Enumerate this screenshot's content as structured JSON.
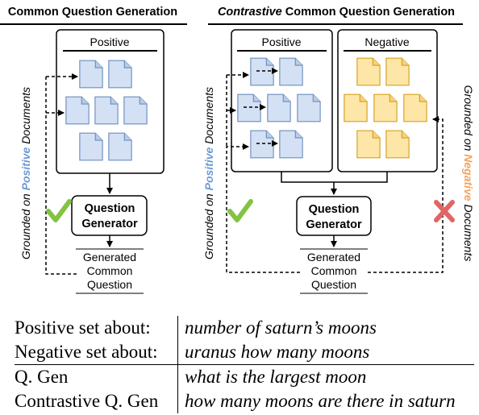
{
  "left_panel": {
    "title": "Common Question Generation",
    "positive_label": "Positive",
    "generator_line1": "Question",
    "generator_line2": "Generator",
    "output_line1": "Generated",
    "output_line2": "Common",
    "output_line3": "Question",
    "side_prefix": "Grounded on ",
    "side_highlight": "Positive",
    "side_suffix": " Documents"
  },
  "right_panel": {
    "title_italic": "Contrastive",
    "title_rest": " Common Question Generation",
    "positive_label": "Positive",
    "negative_label": "Negative",
    "generator_line1": "Question",
    "generator_line2": "Generator",
    "output_line1": "Generated",
    "output_line2": "Common",
    "output_line3": "Question",
    "left_side_prefix": "Grounded on ",
    "left_side_highlight": "Positive",
    "left_side_suffix": " Documents",
    "right_side_prefix": "Grounded on ",
    "right_side_highlight": "Negative",
    "right_side_suffix": " Documents"
  },
  "icons": {
    "check": "check-mark-icon",
    "cross": "cross-mark-icon",
    "document": "document-icon"
  },
  "colors": {
    "positive_text": "#6c9bd2",
    "negative_text": "#f5a25d",
    "positive_doc_fill": "#d4e1f4",
    "positive_doc_stroke": "#6c8ebf",
    "negative_doc_fill": "#fde6a8",
    "negative_doc_stroke": "#d6a01e",
    "check_green": "#82c341",
    "cross_red": "#e06666"
  },
  "table": {
    "rows": [
      {
        "label": "Positive set about:",
        "value": "number of saturn’s moons"
      },
      {
        "label": "Negative set about:",
        "value": "uranus how many moons"
      },
      {
        "label": "Q. Gen",
        "value": "what is the largest moon"
      },
      {
        "label": "Contrastive Q. Gen",
        "value": "how many moons are there in saturn"
      }
    ]
  }
}
